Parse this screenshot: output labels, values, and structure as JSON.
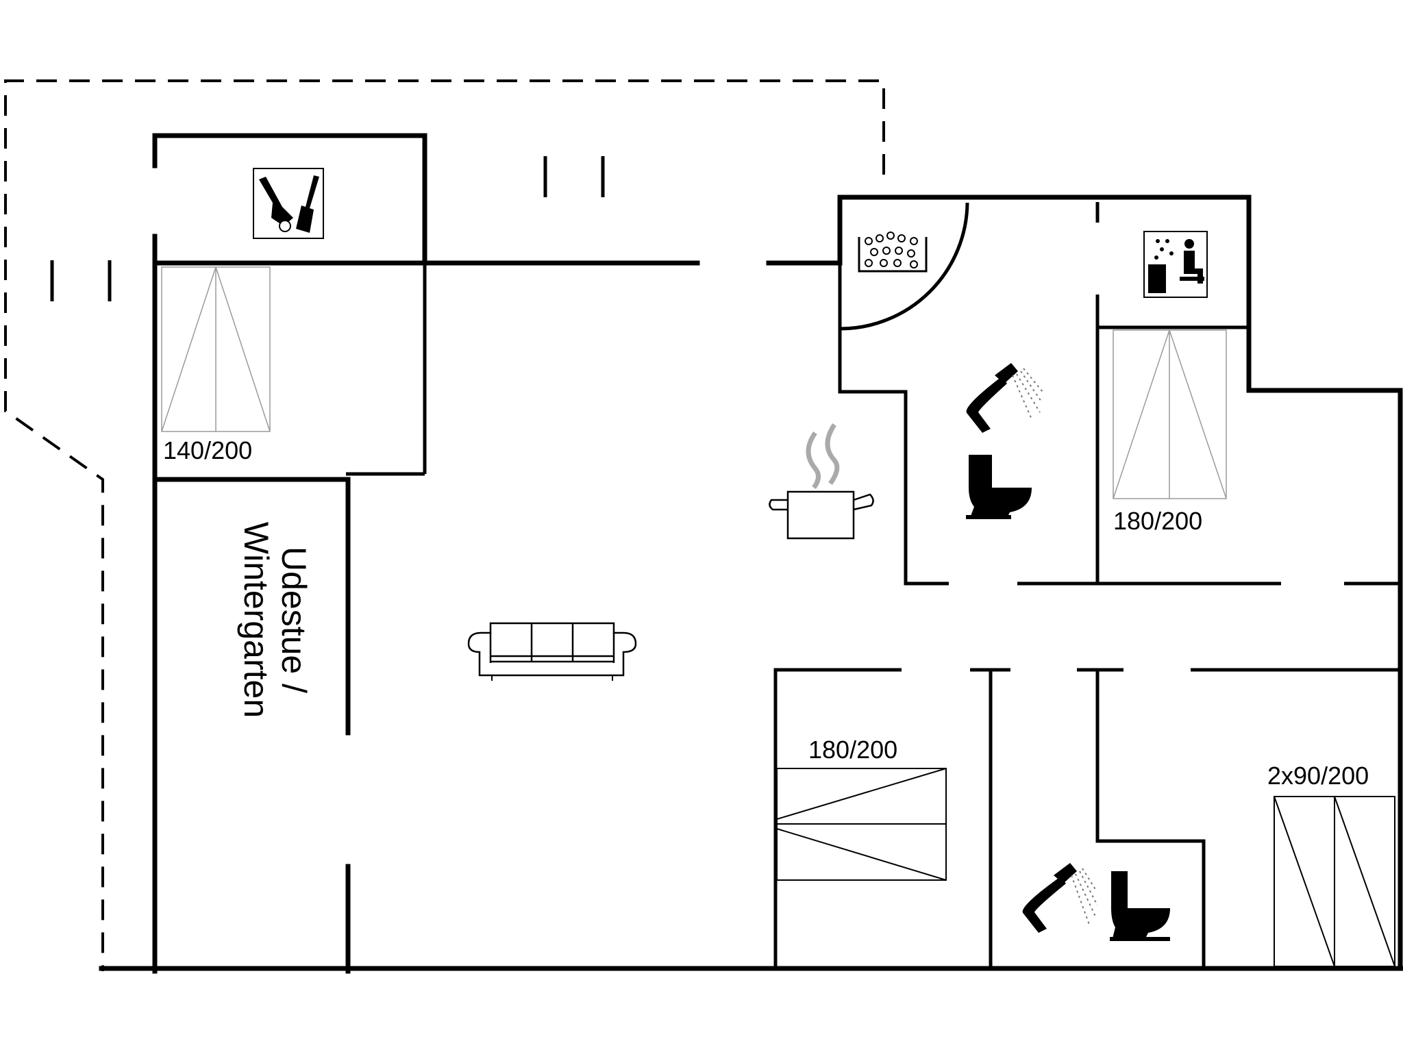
{
  "plan": {
    "bed_labels": {
      "bed_1": "140/200",
      "bed_2": "180/200",
      "bed_3": "180/200",
      "bed_4": "2x90/200"
    },
    "room_label": {
      "line_1": "Udestue /",
      "line_2": "Wintergarten"
    },
    "icons": [
      "storage-tools-icon",
      "spa-tub-icon",
      "sauna-icon",
      "shower-icon",
      "toilet-icon",
      "kitchen-pot-icon",
      "sofa-icon"
    ]
  }
}
